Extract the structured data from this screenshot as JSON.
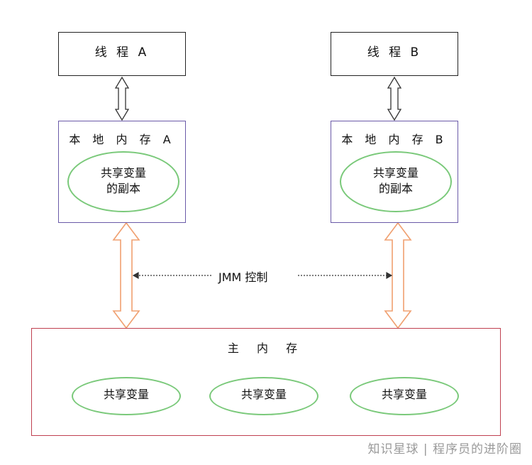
{
  "thread_a": {
    "label": "线 程 A"
  },
  "thread_b": {
    "label": "线 程 B"
  },
  "local_a": {
    "title": "本 地 内 存 A",
    "shared_copy": [
      "共享变量",
      "的副本"
    ]
  },
  "local_b": {
    "title": "本 地 内 存 B",
    "shared_copy": [
      "共享变量",
      "的副本"
    ]
  },
  "jmm_label": "JMM 控制",
  "main_memory": {
    "title": "主 内 存",
    "vars": [
      "共享变量",
      "共享变量",
      "共享变量"
    ]
  },
  "watermark": "知识星球 | 程序员的进阶圈",
  "colors": {
    "thread_border": "#222222",
    "local_border": "#6a5aa8",
    "main_border": "#c04050",
    "ellipse": "#7ac97a",
    "orange_arrow": "#f0a070"
  }
}
